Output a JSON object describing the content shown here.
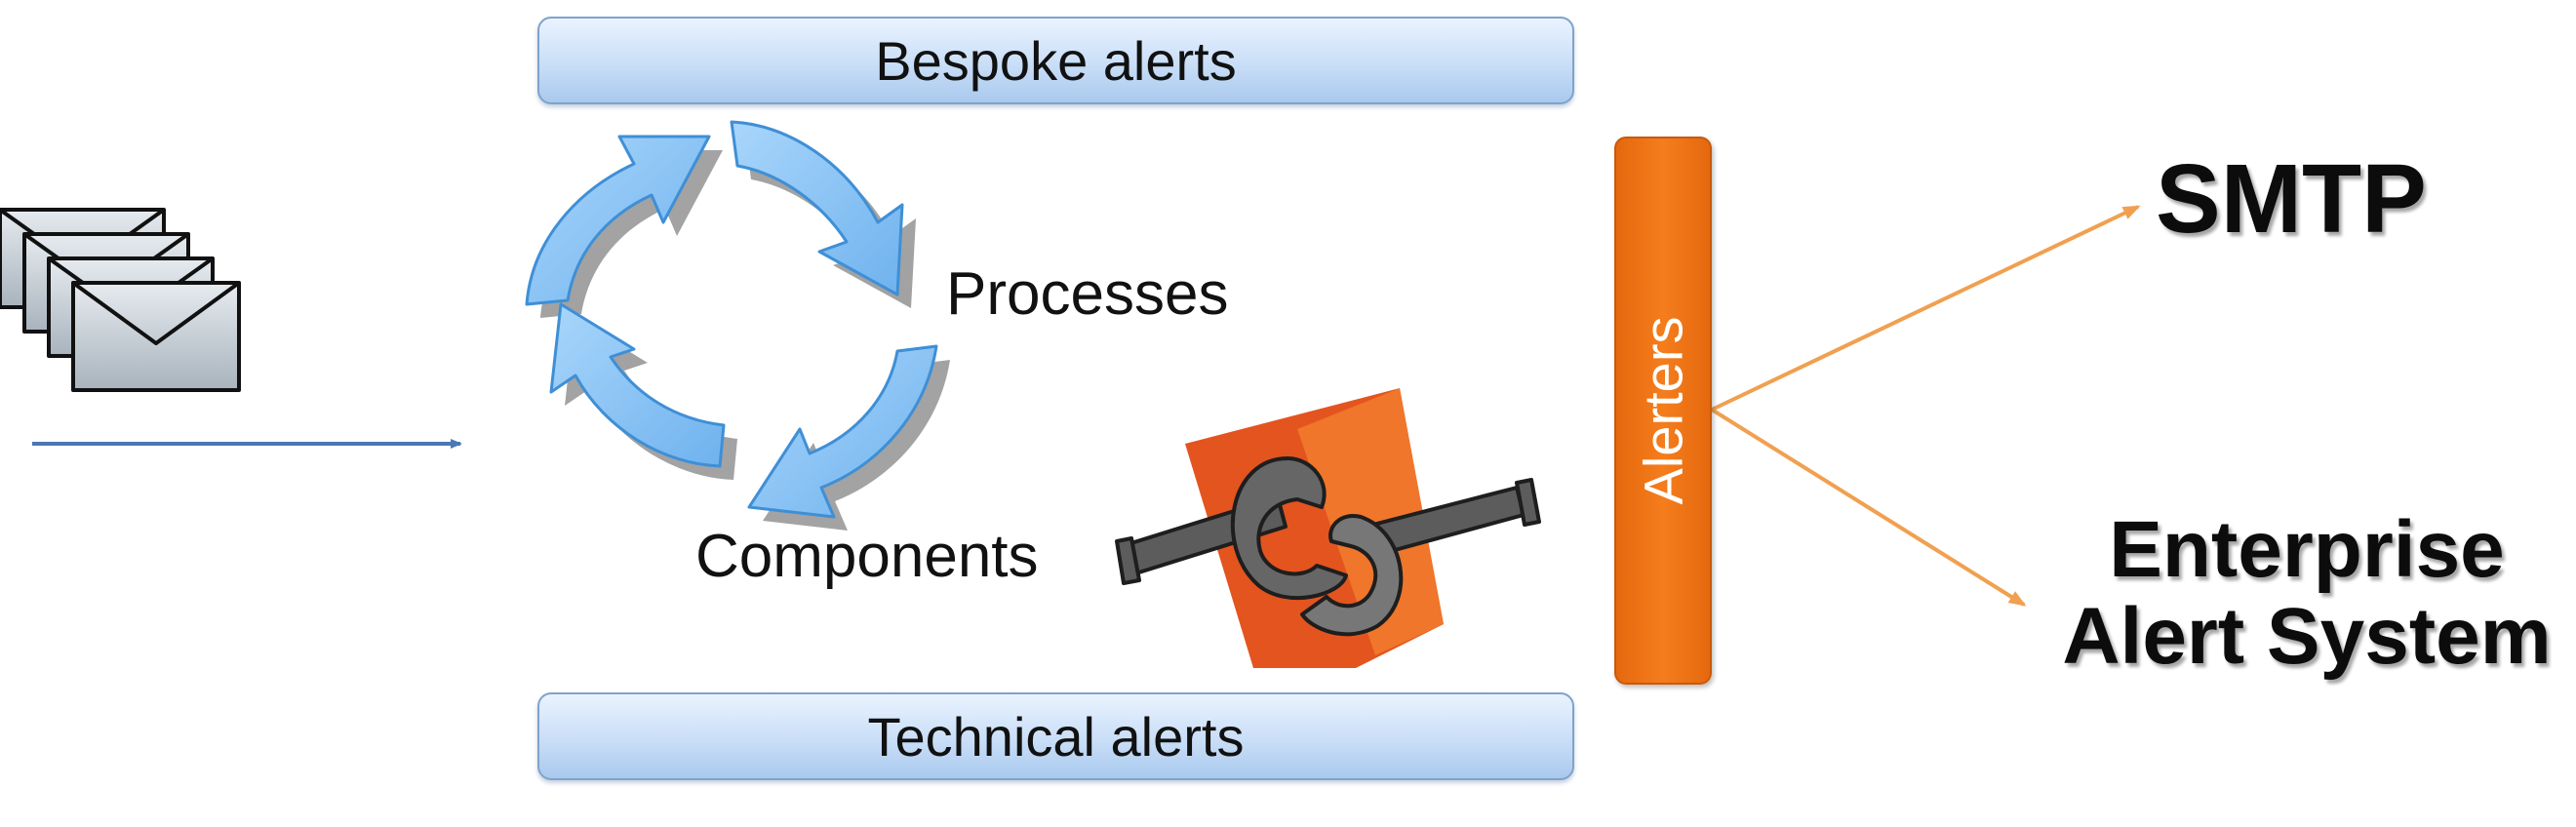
{
  "bands": {
    "top": "Bespoke alerts",
    "bottom": "Technical alerts"
  },
  "labels": {
    "processes": "Processes",
    "components": "Components",
    "alerters": "Alerters"
  },
  "targets": {
    "smtp": "SMTP",
    "enterprise_line1": "Enterprise",
    "enterprise_line2": "Alert System"
  },
  "icons": [
    "envelope-stack-icon",
    "cycle-arrows-icon",
    "wrench-gear-icon"
  ],
  "colors": {
    "band_fill": "#c9def7",
    "cycle_arrow": "#8cc4f4",
    "alerters": "#f57d1c",
    "wrench_bg": "#e3541f",
    "output_arrow": "#f0a050",
    "input_arrow": "#4a78b5"
  }
}
